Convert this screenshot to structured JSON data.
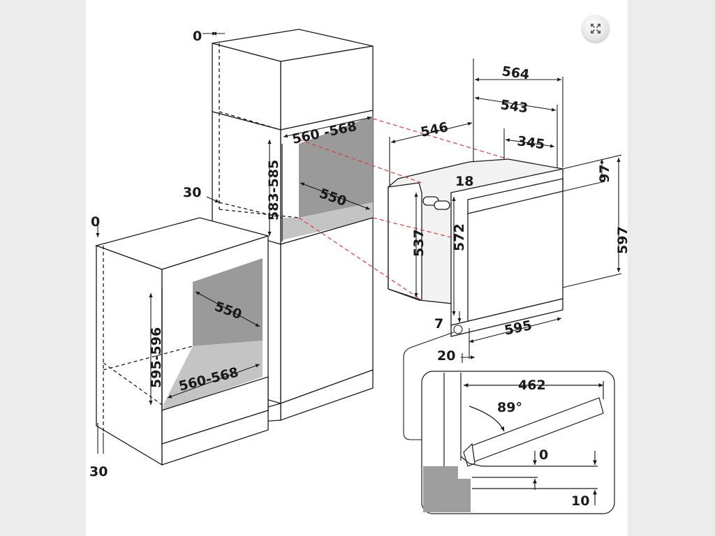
{
  "viewer": {
    "expand_icon": "expand-arrows-icon"
  },
  "diagram": {
    "labels": {
      "tall_top_0": "0",
      "tall_30": "30",
      "tall_opening_width": "560 -568",
      "tall_opening_height": "583-585",
      "tall_depth": "550",
      "base_top_0": "0",
      "base_depth": "550",
      "base_opening_height": "595-596",
      "base_opening_width": "560-568",
      "base_bottom_30": "30",
      "oven_564": "564",
      "oven_543": "543",
      "oven_546": "546",
      "oven_345": "345",
      "oven_18": "18",
      "oven_97": "97",
      "oven_597": "597",
      "oven_537": "537",
      "oven_572": "572",
      "oven_7": "7",
      "oven_595": "595",
      "oven_20": "20",
      "door_462": "462",
      "door_angle": "89°",
      "door_0": "0",
      "door_10": "10"
    },
    "colors": {
      "line": "#1a1a1a",
      "cavity": "#9a9a9a",
      "cavity_floor": "#c4c4c4",
      "guide": "#e23a3a",
      "oven_side": "#f2f2f2",
      "detail_block": "#9e9e9e"
    }
  }
}
